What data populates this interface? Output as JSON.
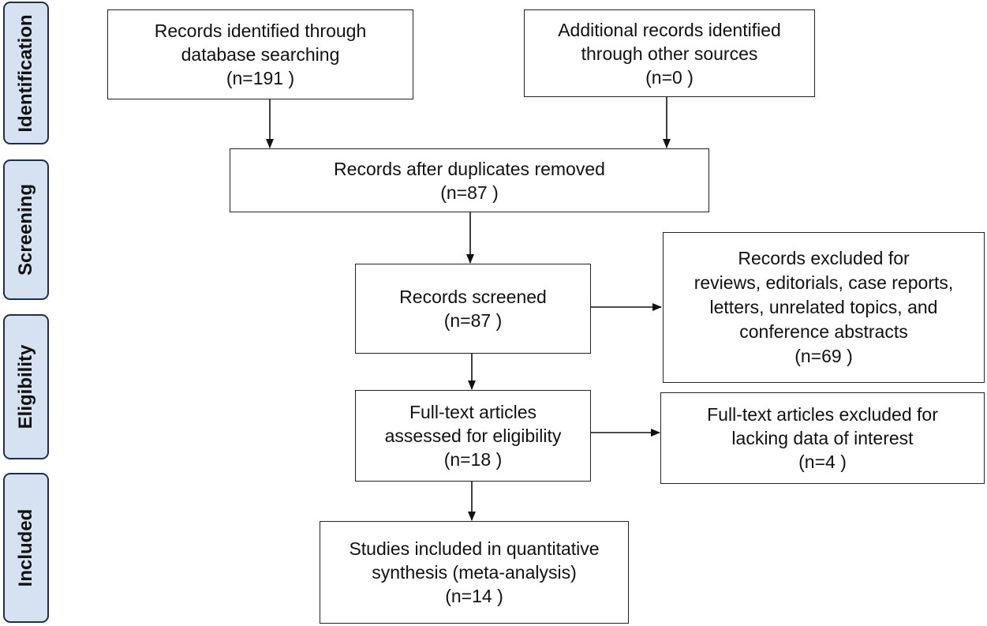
{
  "stages": [
    {
      "label": "Identification"
    },
    {
      "label": "Screening"
    },
    {
      "label": "Eligibility"
    },
    {
      "label": "Included"
    }
  ],
  "boxes": {
    "database_search": {
      "lines": [
        "Records identified through",
        "database searching",
        "(n=191 )"
      ]
    },
    "other_sources": {
      "lines": [
        "Additional records identified",
        "through other sources",
        "(n=0 )"
      ]
    },
    "duplicates_removed": {
      "lines": [
        "Records after duplicates removed",
        "(n=87  )"
      ]
    },
    "records_screened": {
      "lines": [
        "Records screened",
        "(n=87 )"
      ]
    },
    "records_excluded": {
      "lines": [
        "Records excluded for",
        "reviews, editorials, case reports,",
        "letters, unrelated topics, and",
        "conference abstracts",
        "(n=69  )"
      ]
    },
    "fulltext_assessed": {
      "lines": [
        "Full-text articles",
        "assessed for eligibility",
        "(n=18  )"
      ]
    },
    "fulltext_excluded": {
      "lines": [
        "Full-text articles excluded for",
        "lacking data of interest",
        "(n=4  )"
      ]
    },
    "studies_included": {
      "lines": [
        "Studies included in quantitative",
        "synthesis (meta-analysis)",
        "(n=14  )"
      ]
    }
  },
  "colors": {
    "stage_fill": "#d6e2f1",
    "stage_border": "#1f2f4a",
    "box_border": "#222222",
    "arrow": "#111111"
  }
}
